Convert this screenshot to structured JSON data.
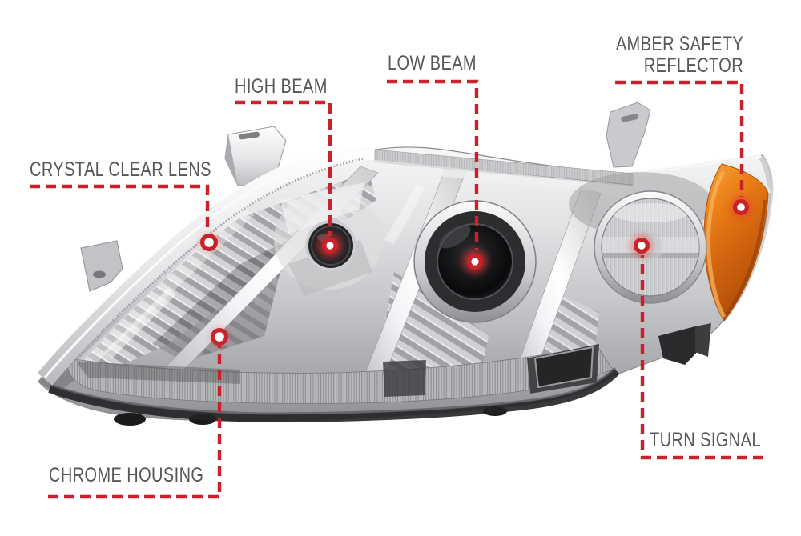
{
  "callouts": {
    "crystal_clear_lens": {
      "label": "CRYSTAL CLEAR LENS"
    },
    "high_beam": {
      "label": "HIGH BEAM"
    },
    "low_beam": {
      "label": "LOW BEAM"
    },
    "amber_safety_reflector": {
      "label_line1": "AMBER SAFETY",
      "label_line2": "REFLECTOR"
    },
    "chrome_housing": {
      "label": "CHROME HOUSING"
    },
    "turn_signal": {
      "label": "TURN SIGNAL"
    }
  },
  "colors": {
    "callout_red": "#c9222b",
    "label_gray": "#56575a",
    "amber_reflector": "#e07a15",
    "chrome_silver": "#c2c3c6",
    "background": "#ffffff"
  }
}
